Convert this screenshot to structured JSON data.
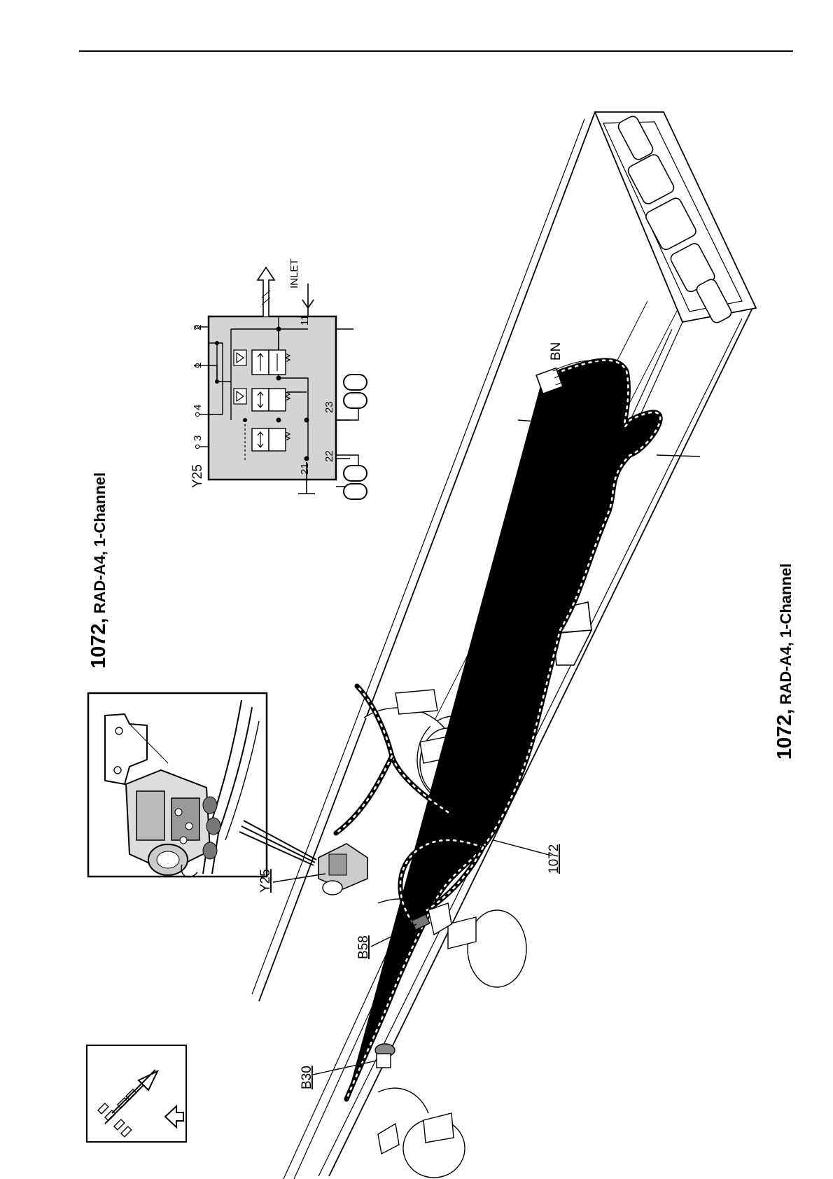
{
  "title_top": {
    "number": "1072,",
    "text": "RAD-A4, 1-Channel"
  },
  "title_bottom": {
    "number": "1072,",
    "text": "RAD-A4, 1-Channel"
  },
  "labels": {
    "y25": "Y25",
    "b58": "B58",
    "b30": "B30",
    "harness": "1072",
    "bn": "BN"
  },
  "schematic": {
    "name": "Y25",
    "inlet": "INLET",
    "pins_top": [
      "3",
      "4",
      "1",
      "2"
    ],
    "pins_bottom": [
      "21",
      "22",
      "23",
      "11"
    ]
  },
  "icons": {
    "orientation": "vehicle-direction-arrow-icon"
  }
}
